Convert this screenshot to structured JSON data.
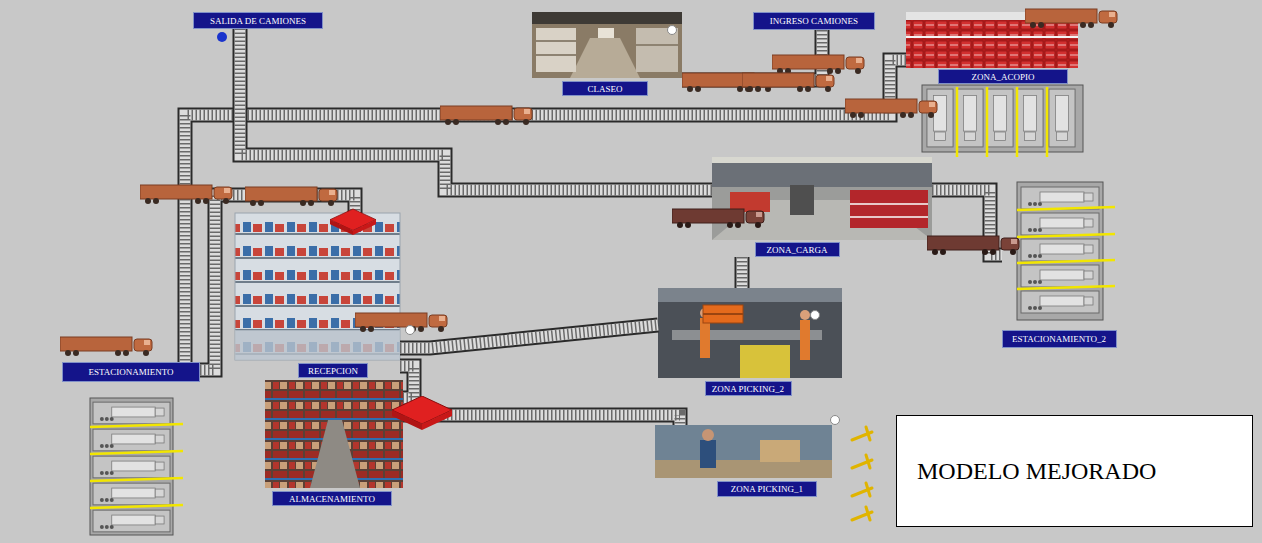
{
  "diagram": {
    "nodes": [
      {
        "text": [
          "SALIDA DE CAMIONES"
        ]
      },
      {
        "text": [
          "CLASEO"
        ]
      },
      {
        "text": [
          "INGRESO CAMIONES"
        ]
      },
      {
        "text": [
          "ZONA_ACOPIO"
        ]
      },
      {
        "text": [
          "ZONA_CARGA"
        ]
      },
      {
        "text": [
          "ESTACIONAMIENTO_2"
        ]
      },
      {
        "text": [
          "RECEPCION"
        ]
      },
      {
        "text": [
          "ESTACIONAMIENTO"
        ]
      },
      {
        "text": [
          "ZONA PICKING_2"
        ]
      },
      {
        "text": [
          "ALMACENAMIENTO"
        ]
      },
      {
        "text": [
          "ZONA PICKING_1"
        ]
      },
      {
        "text": [
          "MODELO MEJORADO"
        ]
      }
    ],
    "edges": [
      {
        "from": 2,
        "to": 1,
        "arrow": "none"
      },
      {
        "from": 3,
        "to": 7,
        "arrow": "none"
      },
      {
        "from": 4,
        "to": 0,
        "arrow": "none"
      },
      {
        "from": 4,
        "to": 5,
        "arrow": "none"
      },
      {
        "from": 4,
        "to": 8,
        "arrow": "none"
      },
      {
        "from": 7,
        "to": 6,
        "arrow": "none"
      },
      {
        "from": 6,
        "to": 8,
        "arrow": "none"
      },
      {
        "from": 6,
        "to": 9,
        "arrow": "none"
      },
      {
        "from": 9,
        "to": 10,
        "arrow": "none"
      }
    ]
  }
}
